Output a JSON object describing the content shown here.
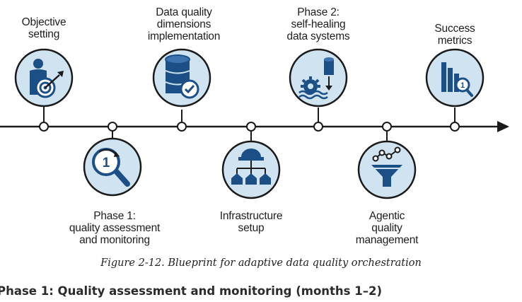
{
  "milestones": [
    {
      "id": "objective",
      "label": [
        "Objective",
        "setting"
      ],
      "icon": "person-target-icon"
    },
    {
      "id": "phase1",
      "label": [
        "Phase 1:",
        "quality assessment",
        "and monitoring"
      ],
      "icon": "magnifier-number-one-icon"
    },
    {
      "id": "dimensions",
      "label": [
        "Data quality",
        "dimensions",
        "implementation"
      ],
      "icon": "database-check-icon"
    },
    {
      "id": "infrastructure",
      "label": [
        "Infrastructure",
        "setup"
      ],
      "icon": "hard-hat-network-icon"
    },
    {
      "id": "phase2",
      "label": [
        "Phase 2:",
        "self-healing",
        "data systems"
      ],
      "icon": "gear-water-database-icon"
    },
    {
      "id": "agentic",
      "label": [
        "Agentic",
        "quality",
        "management"
      ],
      "icon": "funnel-nodes-icon"
    },
    {
      "id": "success",
      "label": [
        "Success",
        "metrics"
      ],
      "icon": "bar-chart-magnifier-icon"
    }
  ],
  "icon_digit": "1",
  "caption": "Figure 2-12. Blueprint for adaptive data quality orchestration",
  "section_heading": "Phase 1: Quality assessment and monitoring (months 1–2)",
  "colors": {
    "icon_fill": "#cfe3f1",
    "icon_dark": "#1c4f86",
    "icon_mid": "#3d74ad",
    "outline": "#1a1a1a"
  }
}
